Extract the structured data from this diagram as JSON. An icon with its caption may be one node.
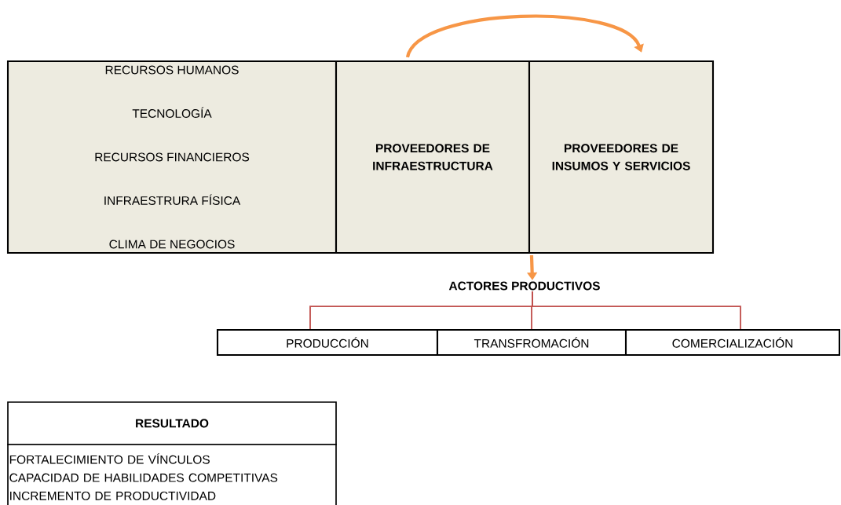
{
  "diagram": {
    "nodes": [
      {
        "text": [
          "RECURSOS HUMANOS",
          "TECNOLOGÍA",
          "RECURSOS FINANCIEROS",
          "INFRAESTRURA FÍSICA",
          "CLIMA DE NEGOCIOS"
        ]
      },
      {
        "text": [
          "PROVEEDORES DE INFRAESTRUCTURA"
        ]
      },
      {
        "text": [
          "PROVEEDORES DE INSUMOS Y SERVICIOS"
        ]
      },
      {
        "text": [
          "ACTORES PRODUCTIVOS"
        ]
      },
      {
        "text": [
          "PRODUCCIÓN"
        ]
      },
      {
        "text": [
          "TRANSFROMACIÓN"
        ]
      },
      {
        "text": [
          "COMERCIALIZACIÓN"
        ]
      },
      {
        "text": [
          "RESULTADO"
        ]
      },
      {
        "text": [
          "FORTALECIMIENTO DE VÍNCULOS",
          "CAPACIDAD DE HABILIDADES COMPETITIVAS",
          "INCREMENTO DE PRODUCTIVIDAD"
        ]
      }
    ],
    "edges": [
      {
        "from": 1,
        "to": 2,
        "arrow": "to",
        "style": "thick",
        "color": "#f79646"
      },
      {
        "from": 2,
        "to": 3,
        "arrow": "to",
        "style": "thick",
        "color": "#f79646"
      },
      {
        "from": 3,
        "to": 4,
        "arrow": "none"
      },
      {
        "from": 3,
        "to": 5,
        "arrow": "none"
      },
      {
        "from": 3,
        "to": 6,
        "arrow": "none"
      }
    ]
  }
}
